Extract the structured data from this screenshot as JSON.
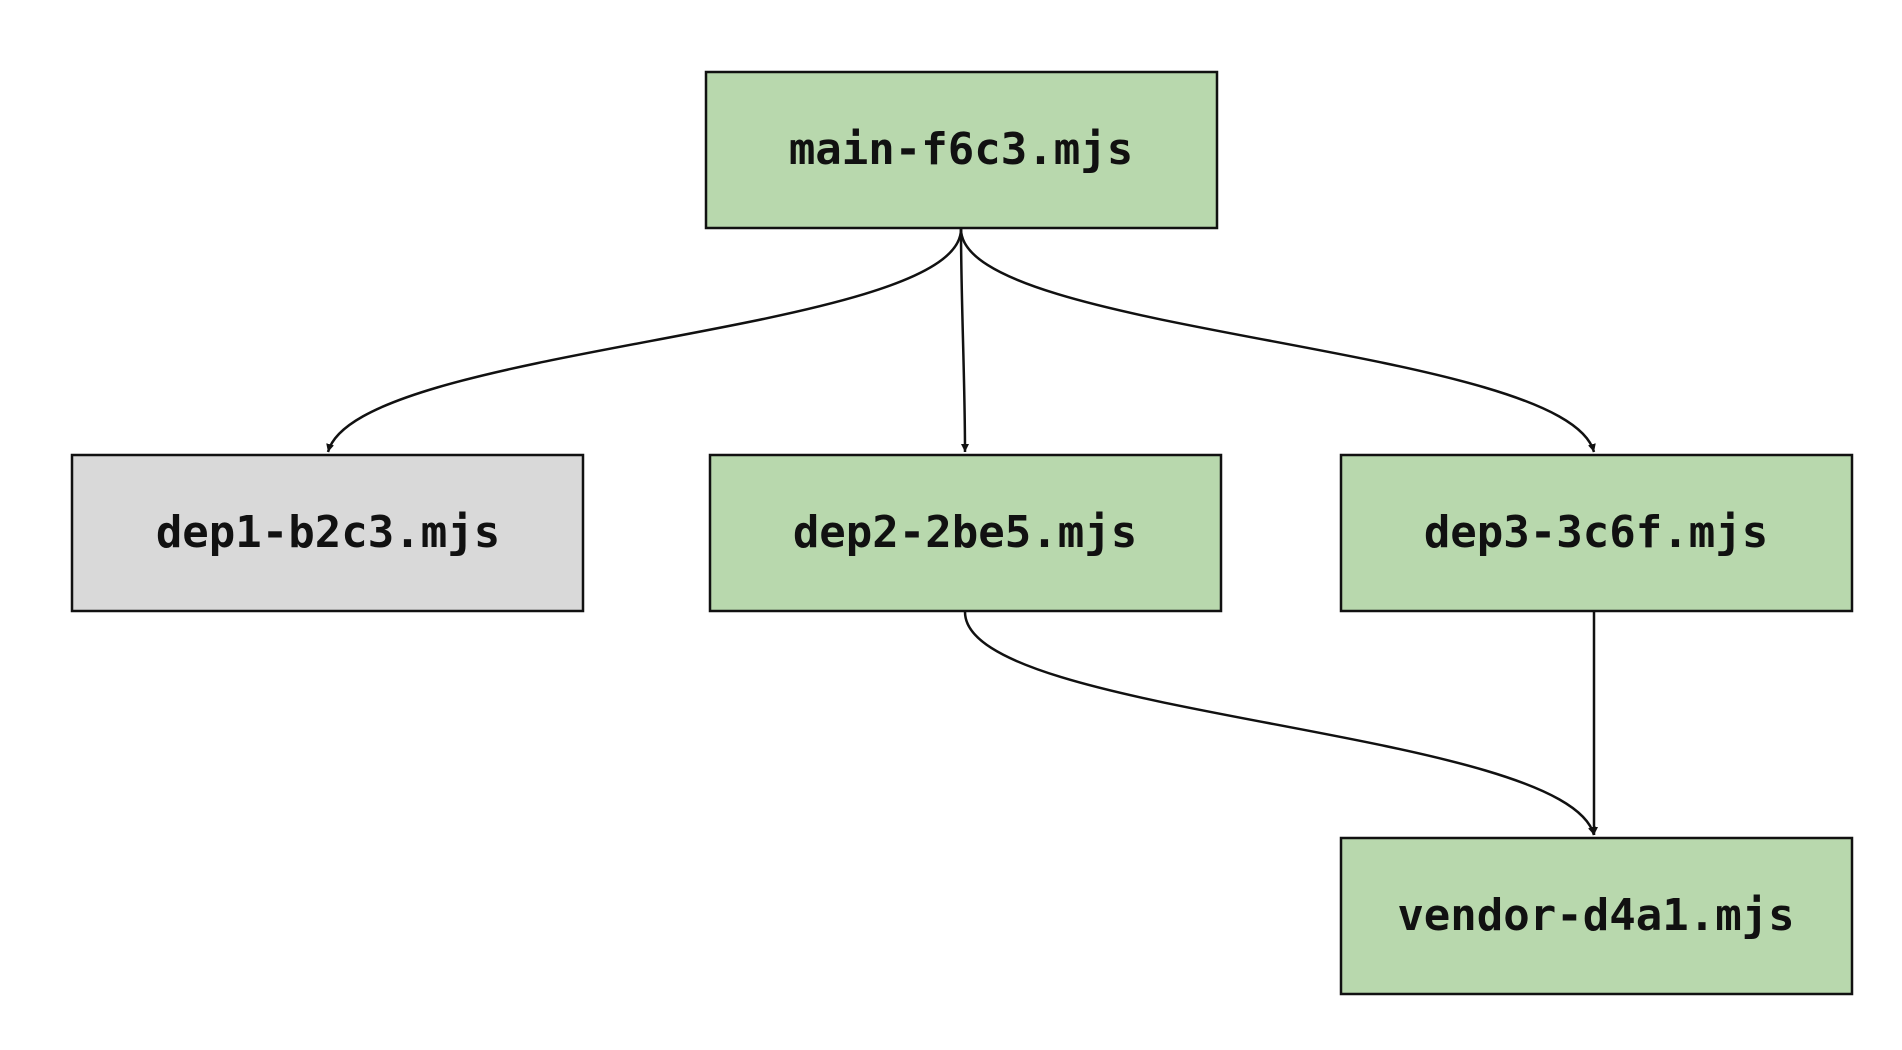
{
  "diagram": {
    "colors": {
      "loaded_fill": "#b8d8ad",
      "unloaded_fill": "#d9d9d9",
      "stroke": "#111111",
      "background": "#ffffff"
    },
    "nodes": [
      {
        "id": "main",
        "label": "main-f6c3.mjs",
        "fill": "#b8d8ad"
      },
      {
        "id": "dep1",
        "label": "dep1-b2c3.mjs",
        "fill": "#d9d9d9"
      },
      {
        "id": "dep2",
        "label": "dep2-2be5.mjs",
        "fill": "#b8d8ad"
      },
      {
        "id": "dep3",
        "label": "dep3-3c6f.mjs",
        "fill": "#b8d8ad"
      },
      {
        "id": "vendor",
        "label": "vendor-d4a1.mjs",
        "fill": "#b8d8ad"
      }
    ],
    "edges": [
      {
        "from": "main",
        "to": "dep1"
      },
      {
        "from": "main",
        "to": "dep2"
      },
      {
        "from": "main",
        "to": "dep3"
      },
      {
        "from": "dep2",
        "to": "vendor"
      },
      {
        "from": "dep3",
        "to": "vendor"
      }
    ]
  }
}
